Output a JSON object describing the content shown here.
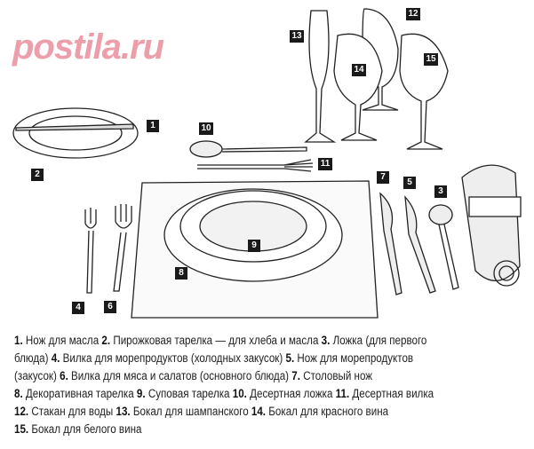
{
  "labels": [
    "1",
    "2",
    "3",
    "4",
    "5",
    "6",
    "7",
    "8",
    "9",
    "10",
    "11",
    "12",
    "13",
    "14",
    "15"
  ],
  "caption": [
    [
      [
        "1.",
        "Нож для масла"
      ],
      [
        "2.",
        "Пирожковая тарелка — для хлеба и масла"
      ],
      [
        "3.",
        "Ложка (для первого"
      ]
    ],
    [
      [
        "",
        "блюда)"
      ],
      [
        "4.",
        "Вилка для морепродуктов (холодных закусок)"
      ],
      [
        "5.",
        "Нож для морепродуктов"
      ]
    ],
    [
      [
        "",
        "(закусок)"
      ],
      [
        "6.",
        "Вилка для мяса и салатов (основного блюда)"
      ],
      [
        "7.",
        "Столовый нож"
      ]
    ],
    [
      [
        "8.",
        "Декоративная тарелка"
      ],
      [
        "9.",
        "Суповая тарелка"
      ],
      [
        "10.",
        "Десертная ложка"
      ],
      [
        "11.",
        "Десертная вилка"
      ]
    ],
    [
      [
        "12.",
        "Стакан для воды"
      ],
      [
        "13.",
        "Бокал для шампанского"
      ],
      [
        "14.",
        "Бокал для красного вина"
      ]
    ],
    [
      [
        "15.",
        "Бокал для белого вина"
      ]
    ]
  ],
  "watermark": "postila.ru",
  "colors": {
    "ink": "#1a1a1a",
    "watermark": "#dc5064"
  }
}
